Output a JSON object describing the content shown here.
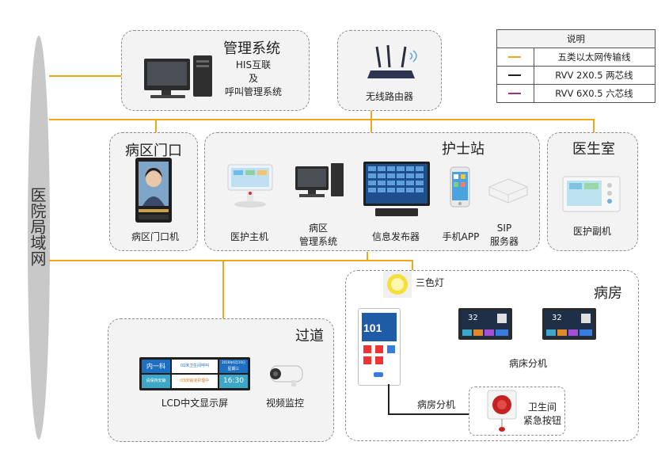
{
  "spine": {
    "label": "医院局域网"
  },
  "groups": {
    "management": {
      "title": "管理系统",
      "desc_lines": [
        "HIS互联",
        "及",
        "呼叫管理系统"
      ]
    },
    "router": {
      "label": "无线路由器"
    },
    "ward_entrance": {
      "title": "病区门口",
      "device": "病区门口机"
    },
    "nurse_station": {
      "title": "护士站",
      "devices": [
        "医护主机",
        "病区\n管理系统",
        "信息发布器",
        "手机APP",
        "SIP\n服务器"
      ]
    },
    "doctor_room": {
      "title": "医生室",
      "device": "医护副机"
    },
    "corridor": {
      "title": "过道",
      "lcd_label": "LCD中文显示屏",
      "camera_label": "视频监控",
      "lcd_screen": {
        "dept": "内一科",
        "line1": "01床卫生间呼叫",
        "date": "2018年6月10日",
        "weekday": "星期三",
        "status": "请保持安静",
        "line2": "03床输液护理中",
        "time": "16:30"
      }
    },
    "ward": {
      "title": "病房",
      "lamp_label": "三色灯",
      "bedside_label": "病床分机",
      "room_unit_label": "病房分机",
      "room_number": "101",
      "panel_temp": "32",
      "toilet_label_lines": [
        "卫生间",
        "紧急按钮"
      ]
    }
  },
  "legend": {
    "title": "说明",
    "items": [
      {
        "color": "#f0a818",
        "text": "五类以太网传输线"
      },
      {
        "color": "#222222",
        "text": "RVV 2X0.5 两芯线"
      },
      {
        "color": "#a0337a",
        "text": "RVV 6X0.5 六芯线"
      }
    ]
  }
}
